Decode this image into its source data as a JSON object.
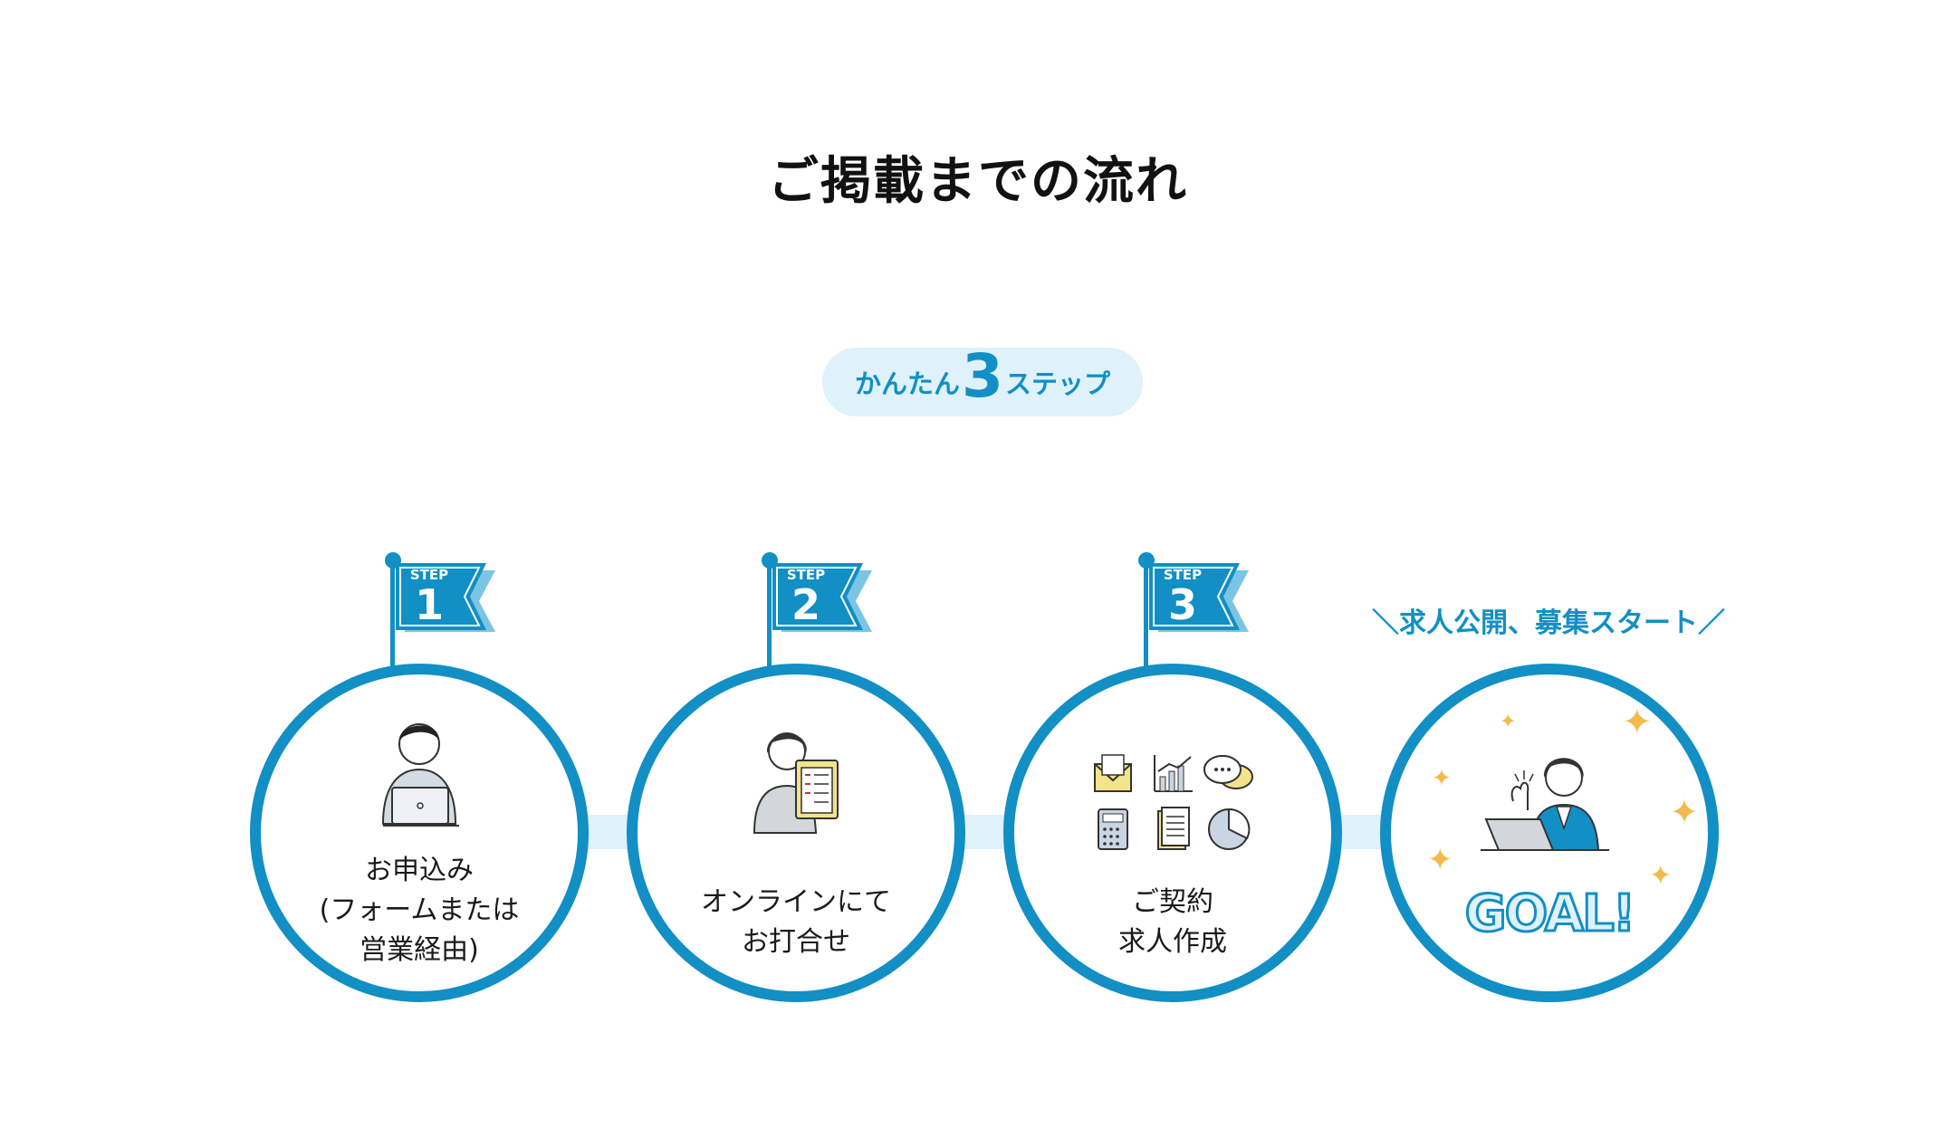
{
  "title": "ご掲載までの流れ",
  "subtitle": {
    "before": "かんたん",
    "number": "3",
    "after": "ステップ"
  },
  "colors": {
    "accent": "#128fc4",
    "light": "#dff1fb"
  },
  "steps": [
    {
      "label": "STEP",
      "num": "1",
      "lines": [
        "お申込み",
        "(フォームまたは",
        "営業経由)"
      ],
      "icon": "person-laptop-icon"
    },
    {
      "label": "STEP",
      "num": "2",
      "lines": [
        "オンラインにて",
        "お打合せ"
      ],
      "icon": "woman-clipboard-icon"
    },
    {
      "label": "STEP",
      "num": "3",
      "lines": [
        "ご契約",
        "求人作成"
      ],
      "icon": "documents-grid-icon"
    }
  ],
  "goal": {
    "heading": "＼求人公開、募集スタート／",
    "text": "GOAL!",
    "icon": "woman-ok-laptop-icon"
  }
}
